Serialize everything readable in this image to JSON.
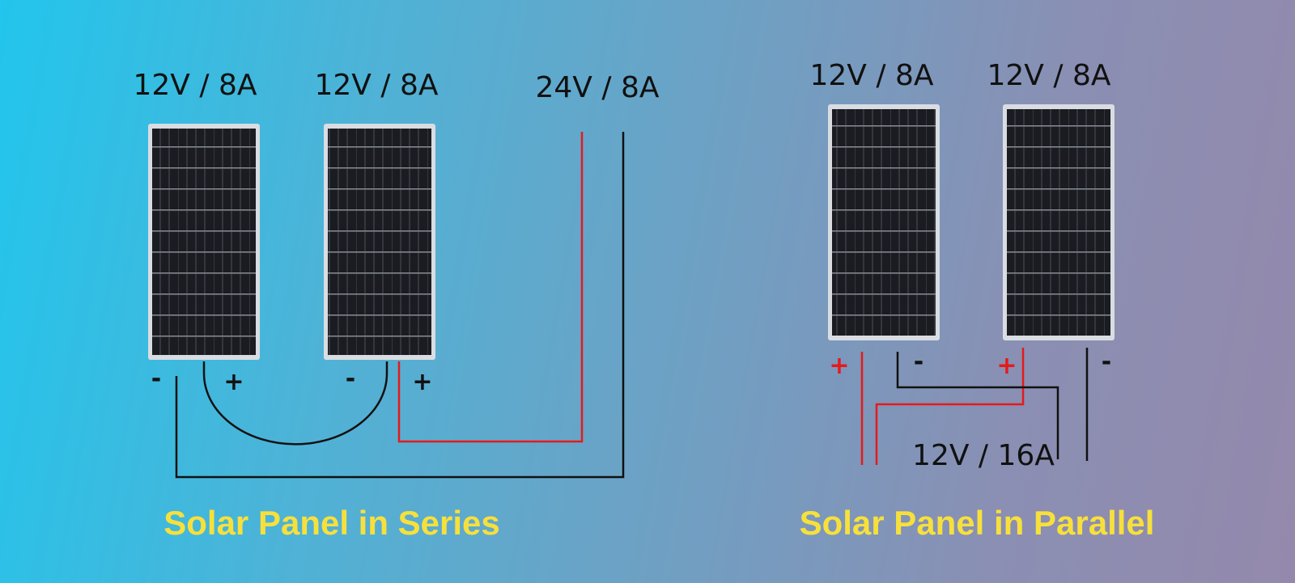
{
  "series": {
    "panel_labels": [
      "12V / 8A",
      "12V / 8A"
    ],
    "output_label": "24V / 8A",
    "terminals": {
      "minus": "-",
      "plus": "+"
    },
    "caption": "Solar Panel in Series"
  },
  "parallel": {
    "panel_labels": [
      "12V / 8A",
      "12V / 8A"
    ],
    "output_label": "12V / 16A",
    "terminals": {
      "minus": "-",
      "plus": "+"
    },
    "caption": "Solar Panel in Parallel"
  },
  "colors": {
    "positive_wire": "#e61a1a",
    "negative_wire": "#111111",
    "caption": "#f7e03c",
    "panel_cell": "#1b1c22",
    "panel_frame": "#d9dde2"
  }
}
